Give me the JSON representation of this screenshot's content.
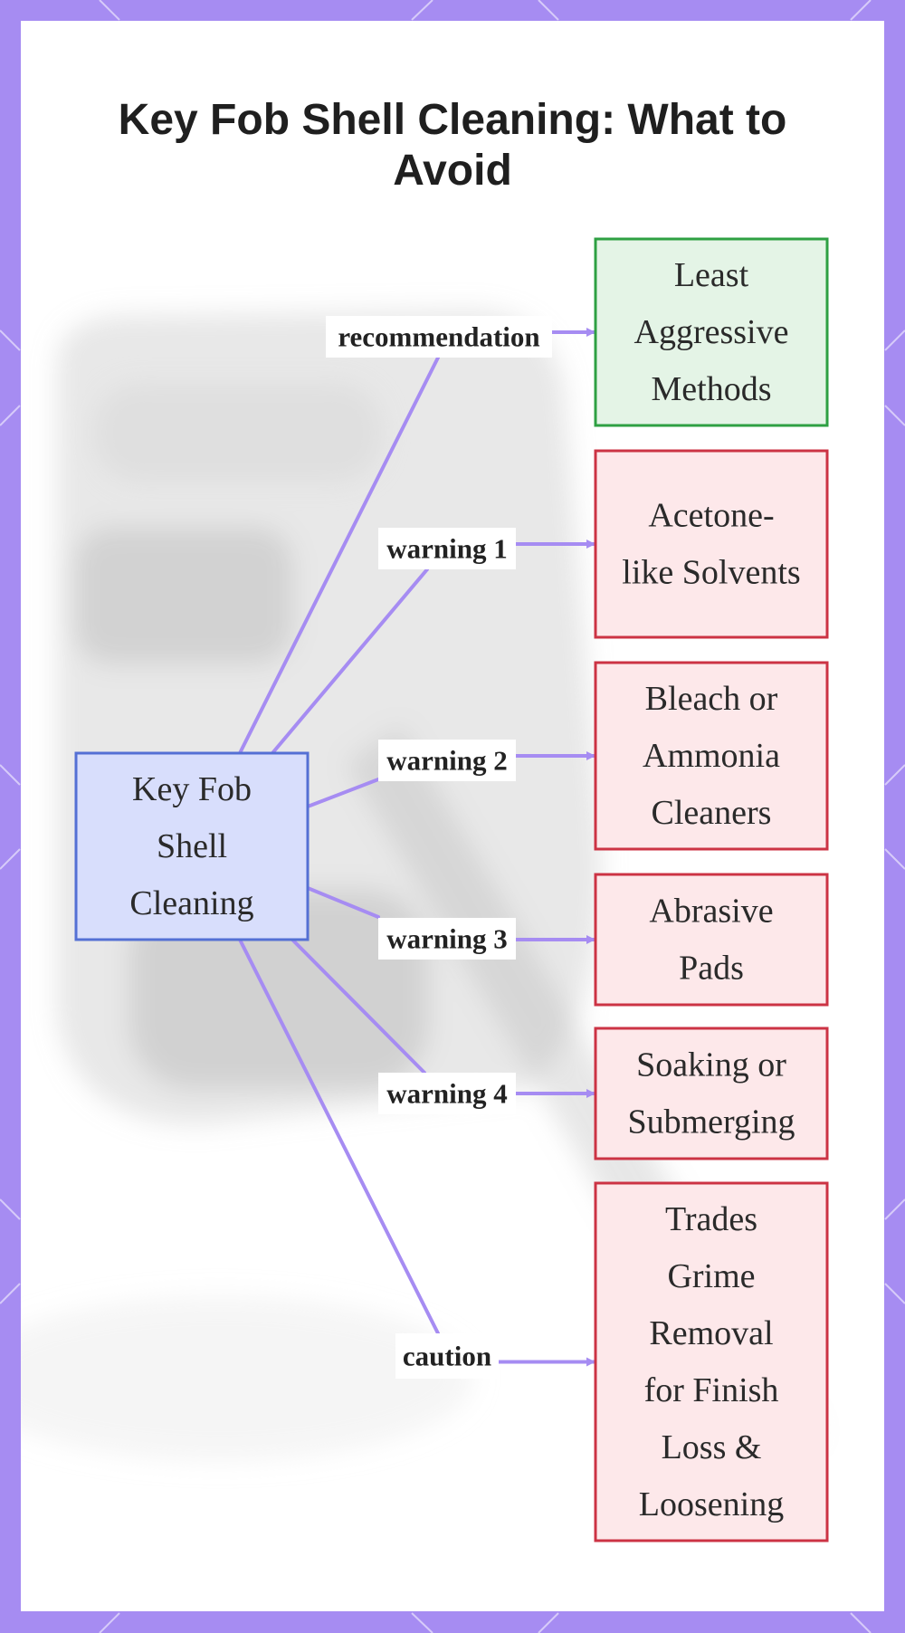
{
  "title": "Key Fob Shell Cleaning: What to Avoid",
  "colors": {
    "frame": "#a68cf2",
    "edge": "#a68cf2",
    "root_fill": "#d8defc",
    "root_stroke": "#5470d4",
    "good_fill": "#e4f4e6",
    "good_stroke": "#2ea043",
    "bad_fill": "#fde8ea",
    "bad_stroke": "#cc3344"
  },
  "root": {
    "id": "root",
    "lines": [
      "Key Fob",
      "Shell",
      "Cleaning"
    ]
  },
  "children": [
    {
      "id": "least-aggressive",
      "kind": "good",
      "edge_label": "recommendation",
      "lines": [
        "Least",
        "Aggressive",
        "Methods"
      ]
    },
    {
      "id": "acetone",
      "kind": "bad",
      "edge_label": "warning 1",
      "lines": [
        "Acetone-",
        "like Solvents"
      ]
    },
    {
      "id": "bleach",
      "kind": "bad",
      "edge_label": "warning 2",
      "lines": [
        "Bleach or",
        "Ammonia",
        "Cleaners"
      ]
    },
    {
      "id": "abrasive",
      "kind": "bad",
      "edge_label": "warning 3",
      "lines": [
        "Abrasive",
        "Pads"
      ]
    },
    {
      "id": "soaking",
      "kind": "bad",
      "edge_label": "warning 4",
      "lines": [
        "Soaking or",
        "Submerging"
      ]
    },
    {
      "id": "trades",
      "kind": "bad",
      "edge_label": "caution",
      "lines": [
        "Trades",
        "Grime",
        "Removal",
        "for Finish",
        "Loss &",
        "Loosening"
      ]
    }
  ]
}
